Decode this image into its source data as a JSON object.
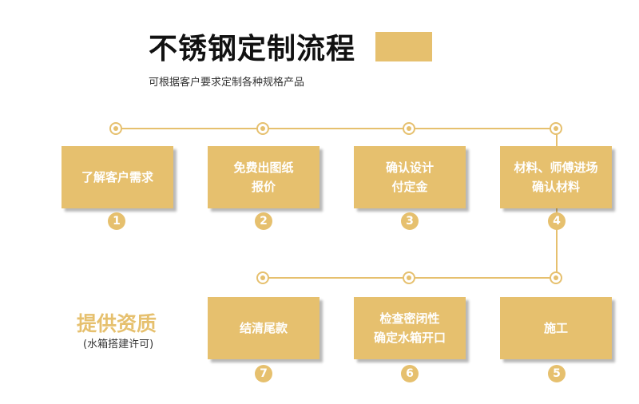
{
  "header": {
    "title": "不锈钢定制流程",
    "subtitle": "可根据客户要求定制各种规格产品"
  },
  "steps": [
    {
      "number": "1",
      "lines": [
        "了解客户需求"
      ]
    },
    {
      "number": "2",
      "lines": [
        "免费出图纸",
        "报价"
      ]
    },
    {
      "number": "3",
      "lines": [
        "确认设计",
        "付定金"
      ]
    },
    {
      "number": "4",
      "lines": [
        "材料、师傅进场",
        "确认材料"
      ]
    },
    {
      "number": "5",
      "lines": [
        "施工"
      ]
    },
    {
      "number": "6",
      "lines": [
        "检查密闭性",
        "确定水箱开口"
      ]
    },
    {
      "number": "7",
      "lines": [
        "结清尾款"
      ]
    }
  ],
  "side": {
    "title": "提供资质",
    "subtitle": "(水箱搭建许可)"
  },
  "colors": {
    "accent": "#E6C06E",
    "box_text": "#FFFFFF",
    "title": "#111111"
  }
}
